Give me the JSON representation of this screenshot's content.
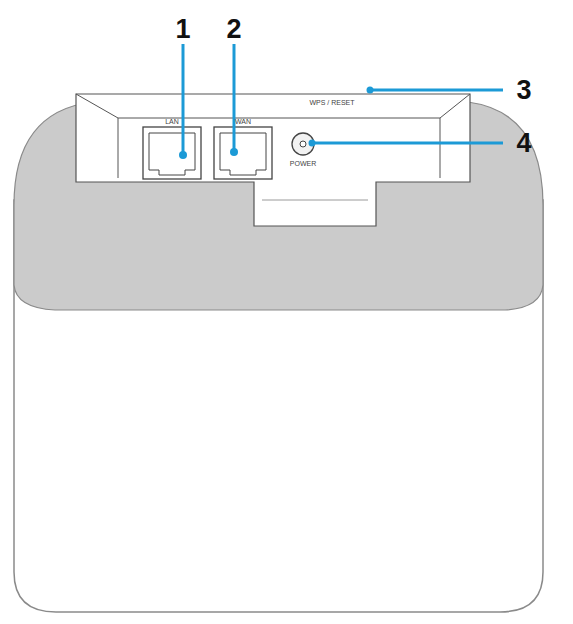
{
  "diagram": {
    "labels": [
      "1",
      "2",
      "3",
      "4",
      "LAN",
      "WAN",
      "WPS / RESET",
      "POWER"
    ]
  }
}
